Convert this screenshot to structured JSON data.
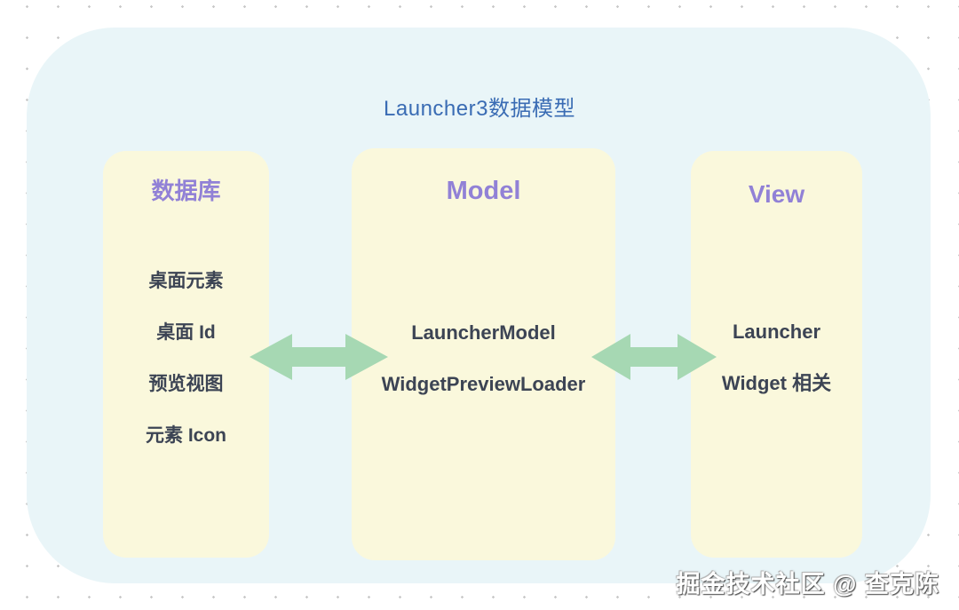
{
  "title": "Launcher3数据模型",
  "watermark": "掘金技术社区 @ 查克陈",
  "colors": {
    "page_background": "#ffffff",
    "dot_grid": "#c9c9c9",
    "container_background": "#e9f5f8",
    "card_background": "#faf8dc",
    "title_text": "#3a6cb4",
    "header_text": "#9181d6",
    "body_text": "#3c4454",
    "arrow": "#a6d8b3"
  },
  "columns": [
    {
      "header": "数据库",
      "items": [
        "桌面元素",
        "桌面 Id",
        "预览视图",
        "元素 Icon"
      ]
    },
    {
      "header": "Model",
      "items": [
        "LauncherModel",
        "WidgetPreviewLoader"
      ]
    },
    {
      "header": "View",
      "items": [
        "Launcher",
        "Widget 相关"
      ]
    }
  ],
  "arrows": [
    {
      "name": "db-model-link",
      "type": "double-headed-horizontal"
    },
    {
      "name": "model-view-link",
      "type": "double-headed-horizontal"
    }
  ]
}
